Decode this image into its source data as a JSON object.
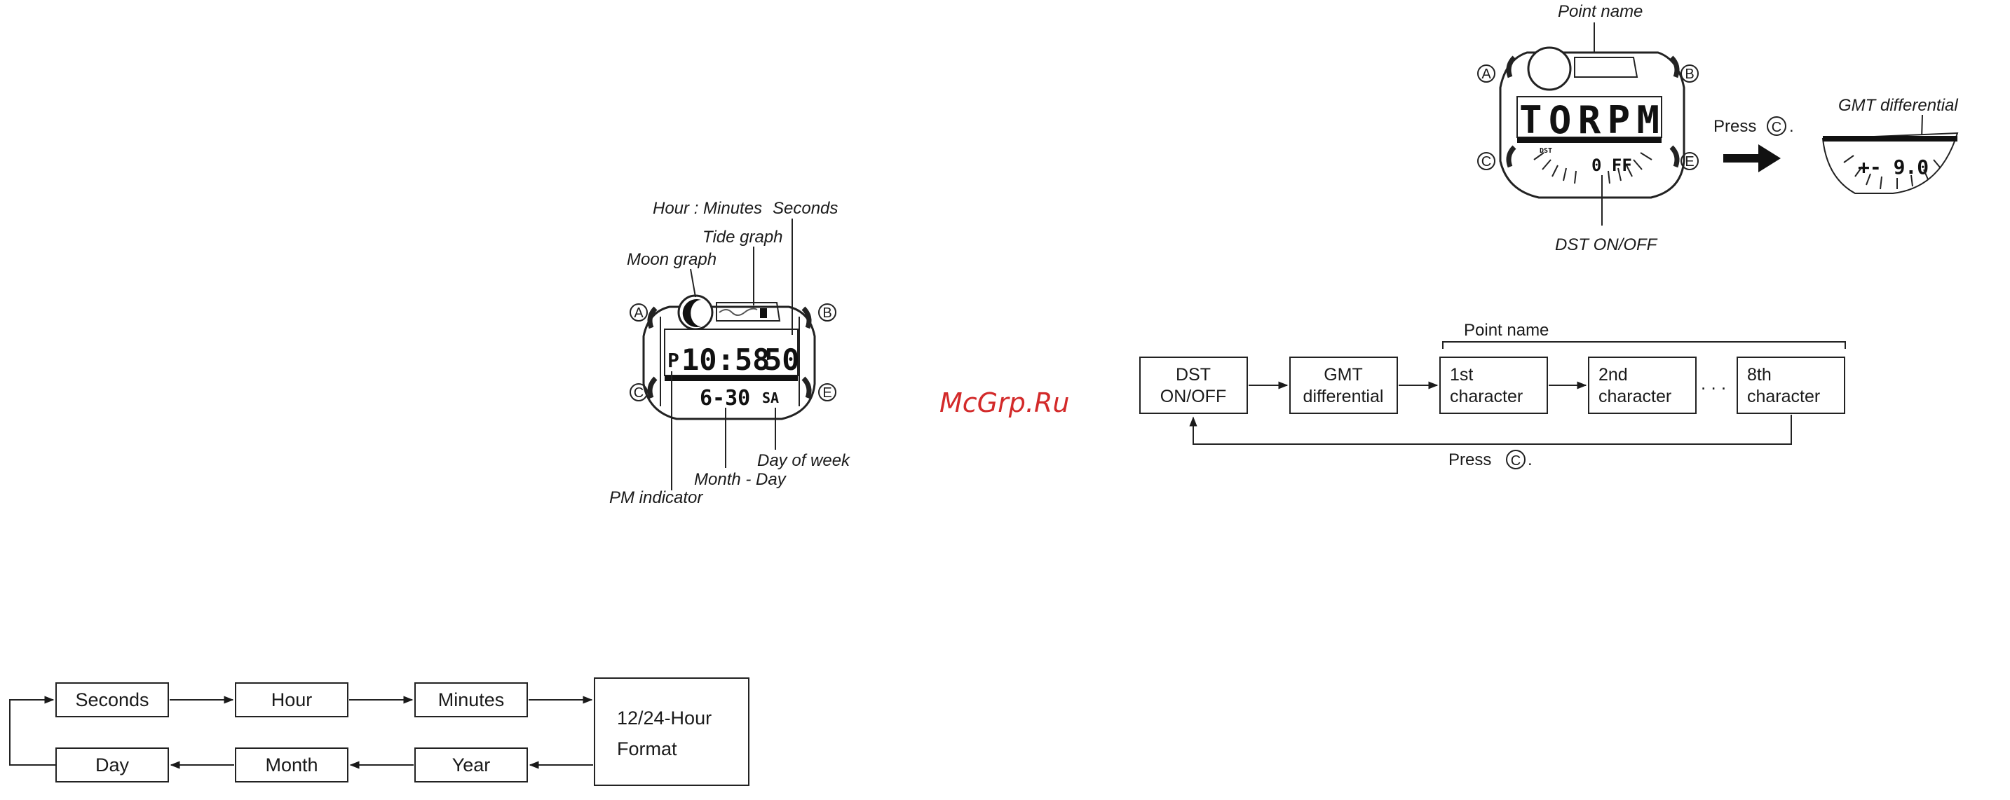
{
  "watermark": "McGrp.Ru",
  "watch1": {
    "callouts": {
      "hour_minutes": "Hour : Minutes",
      "seconds": "Seconds",
      "tide_graph": "Tide graph",
      "moon_graph": "Moon graph",
      "day_of_week": "Day of week",
      "month_day": "Month - Day",
      "pm_indicator": "PM indicator"
    },
    "display": {
      "pm": "P",
      "time": "10:58",
      "seconds": "50",
      "date": "6-30",
      "weekday": "SA"
    },
    "buttons": {
      "a": "A",
      "b": "B",
      "c": "C",
      "e": "E"
    }
  },
  "watch2": {
    "callouts": {
      "point_name": "Point name",
      "dst_on_off": "DST ON/OFF",
      "gmt_differential": "GMT differential"
    },
    "display": {
      "name": "TORPM",
      "dst_value": "0 FF",
      "dst_small": "DST",
      "gmt_value": "+- 9.0"
    },
    "press_label": "Press",
    "press_button": "C",
    "buttons": {
      "a": "A",
      "b": "B",
      "c": "C",
      "e": "E"
    }
  },
  "flow_settings": {
    "header": "Point name",
    "boxes": {
      "dst": [
        "DST",
        "ON/OFF"
      ],
      "gmt": [
        "GMT",
        "differential"
      ],
      "first": [
        "1st",
        "character"
      ],
      "second": [
        "2nd",
        "character"
      ],
      "eighth": [
        "8th",
        "character"
      ]
    },
    "ellipsis": ". . .",
    "press_label": "Press",
    "press_button": "C"
  },
  "flow_time": {
    "seconds": "Seconds",
    "hour": "Hour",
    "minutes": "Minutes",
    "format": [
      "12/24-Hour",
      "Format"
    ],
    "year": "Year",
    "month": "Month",
    "day": "Day"
  }
}
